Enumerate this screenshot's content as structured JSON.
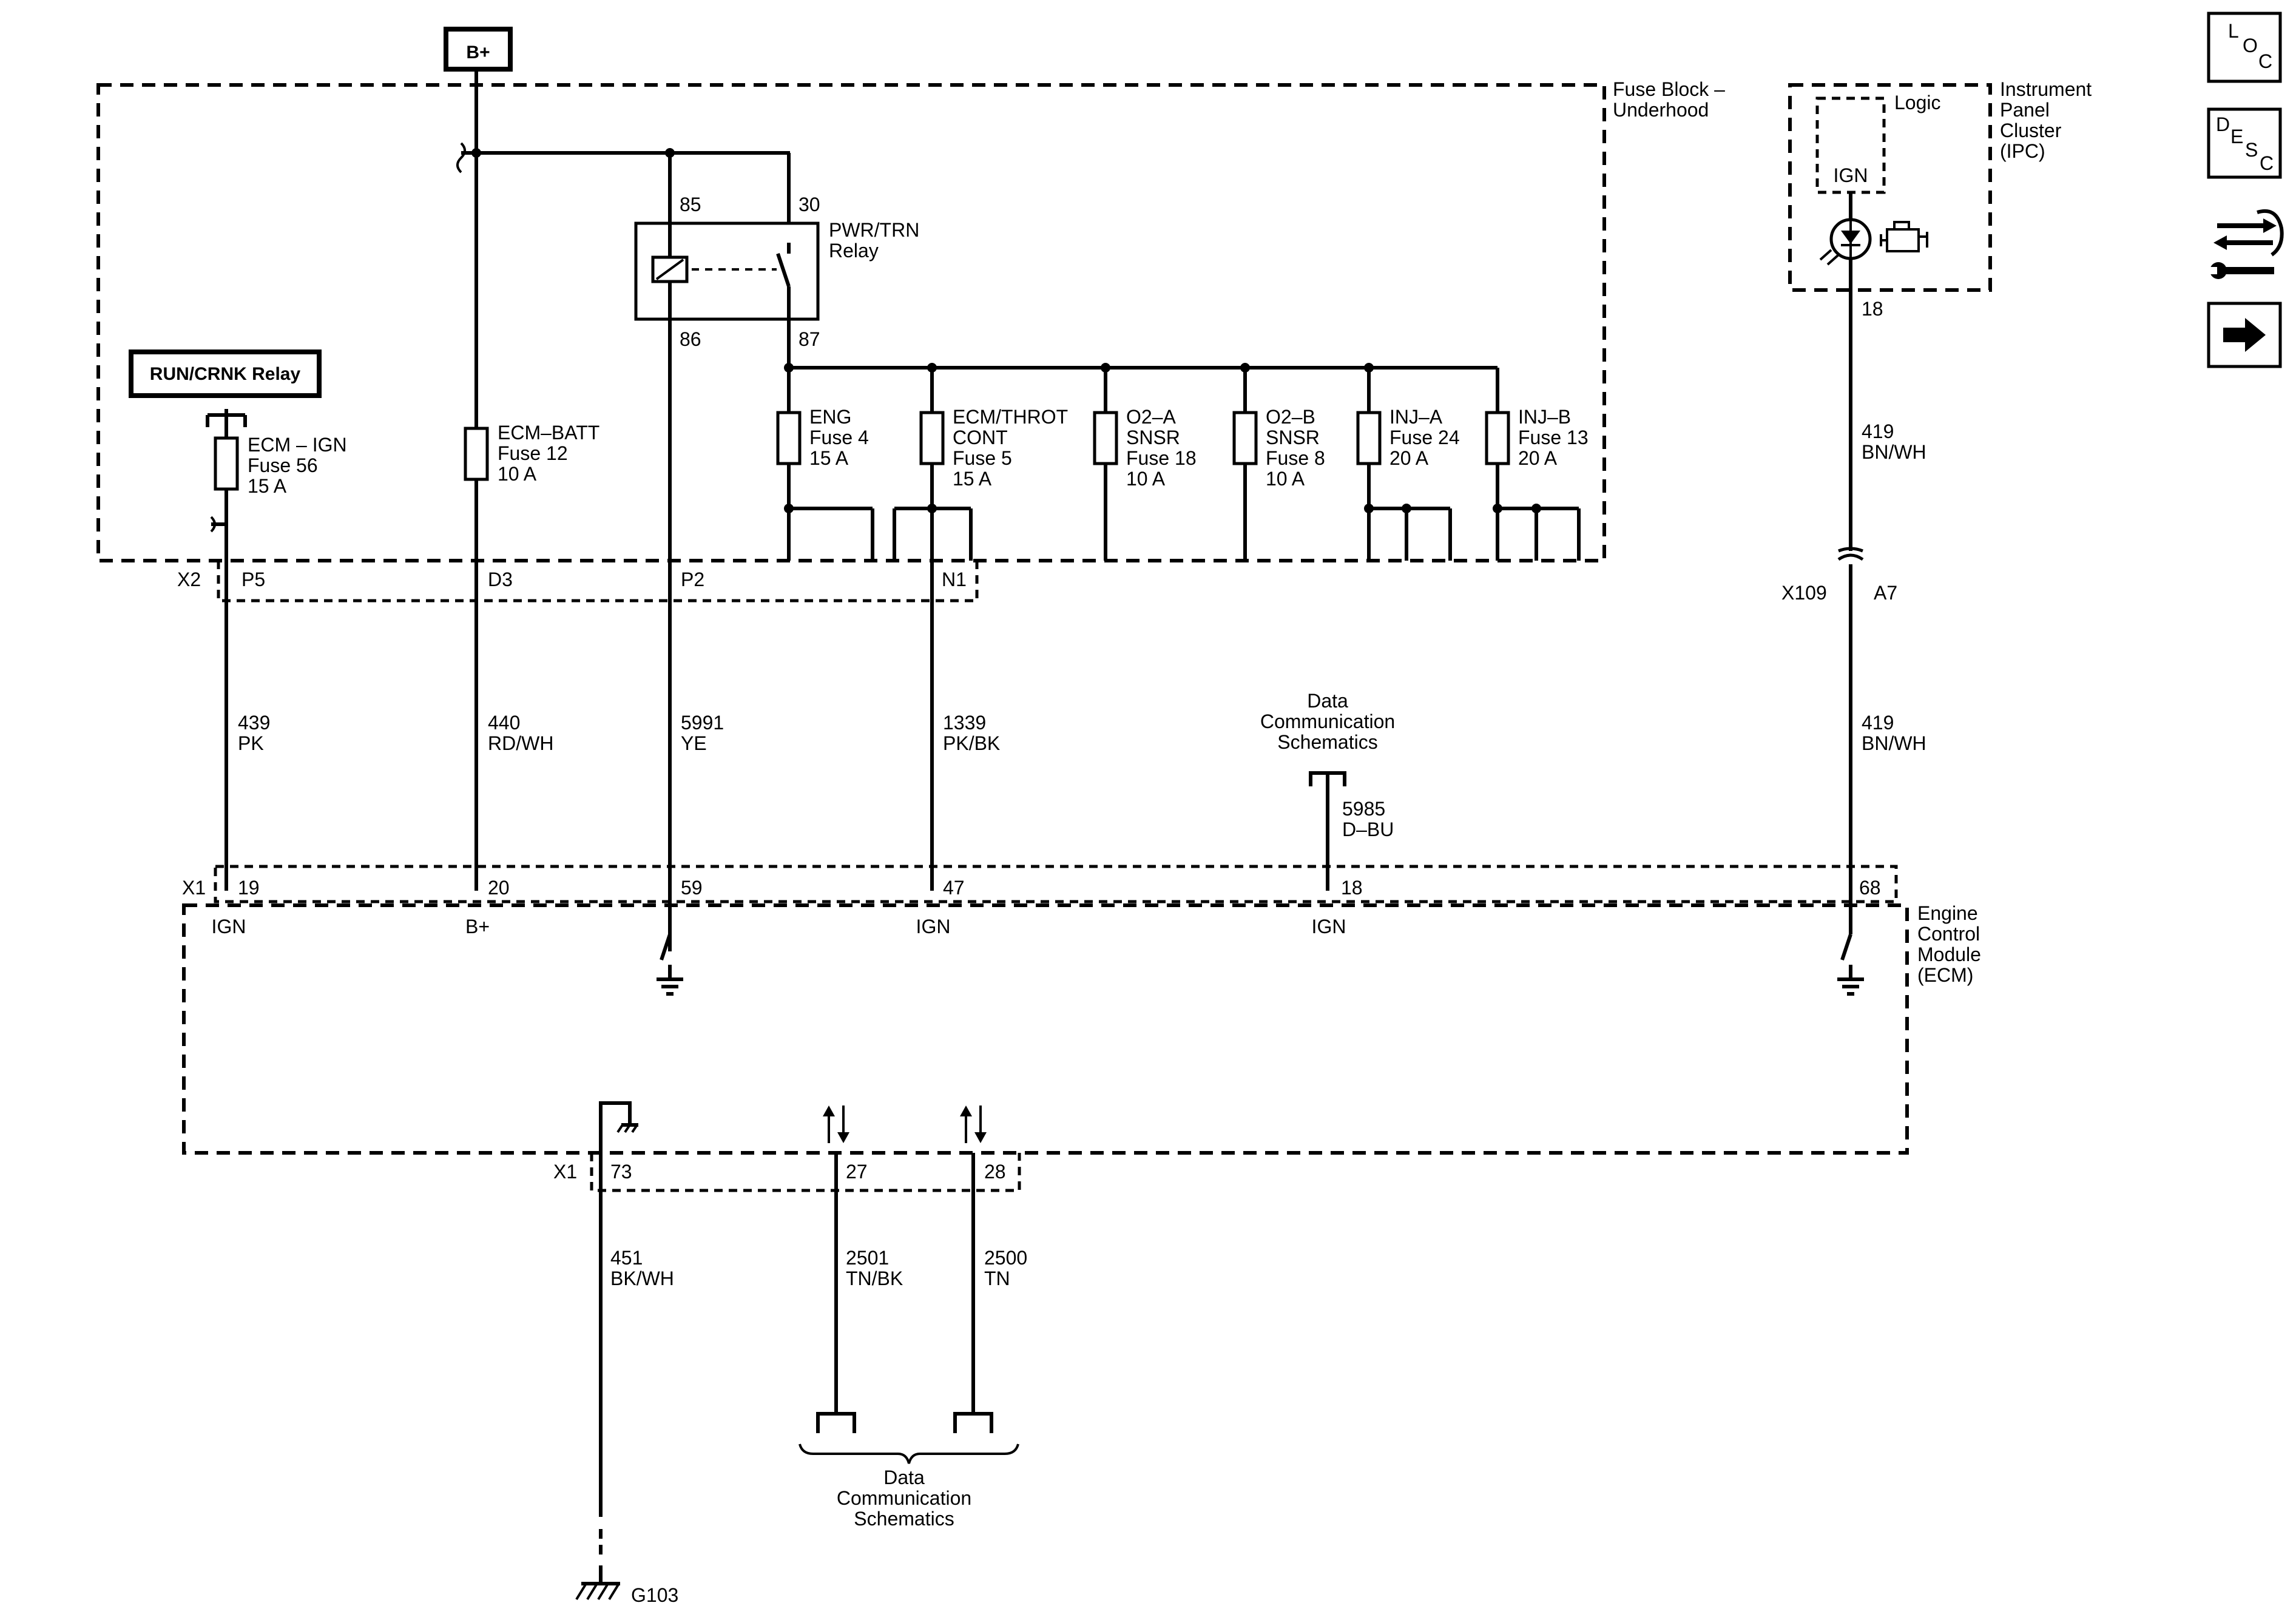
{
  "power": {
    "source": "B+"
  },
  "fuse_block": {
    "line1": "Fuse Block –",
    "line2": "Underhood"
  },
  "ipc": {
    "line1": "Instrument",
    "line2": "Panel",
    "line3": "Cluster",
    "line4": "(IPC)",
    "logic": "Logic",
    "ign": "IGN",
    "pin": "18",
    "circuit": "419",
    "color": "BN/WH"
  },
  "relay_run": {
    "label": "RUN/CRNK Relay"
  },
  "relay_pwr": {
    "line1": "PWR/TRN",
    "line2": "Relay",
    "pin85": "85",
    "pin30": "30",
    "pin86": "86",
    "pin87": "87"
  },
  "fuses": {
    "ecm_ign": {
      "name": "ECM – IGN",
      "fuse": "Fuse 56",
      "amps": "15 A"
    },
    "ecm_batt": {
      "name": "ECM–BATT",
      "fuse": "Fuse 12",
      "amps": "10 A"
    },
    "eng": {
      "name": "ENG",
      "fuse": "Fuse 4",
      "amps": "15 A"
    },
    "ecm_throt": {
      "name": "ECM/THROT",
      "name2": "CONT",
      "fuse": "Fuse 5",
      "amps": "15 A"
    },
    "o2a": {
      "name": "O2–A",
      "name2": "SNSR",
      "fuse": "Fuse 18",
      "amps": "10 A"
    },
    "o2b": {
      "name": "O2–B",
      "name2": "SNSR",
      "fuse": "Fuse 8",
      "amps": "10 A"
    },
    "inja": {
      "name": "INJ–A",
      "fuse": "Fuse 24",
      "amps": "20 A"
    },
    "injb": {
      "name": "INJ–B",
      "fuse": "Fuse 13",
      "amps": "20 A"
    }
  },
  "connector_x2": {
    "name": "X2",
    "p5": "P5",
    "d3": "D3",
    "p2": "P2",
    "n1": "N1"
  },
  "connector_x109": {
    "name": "X109",
    "pin": "A7"
  },
  "wires": {
    "w439": {
      "num": "439",
      "color": "PK"
    },
    "w440": {
      "num": "440",
      "color": "RD/WH"
    },
    "w5991": {
      "num": "5991",
      "color": "YE"
    },
    "w1339": {
      "num": "1339",
      "color": "PK/BK"
    },
    "w5985": {
      "num": "5985",
      "color": "D–BU"
    },
    "w419b": {
      "num": "419",
      "color": "BN/WH"
    },
    "w451": {
      "num": "451",
      "color": "BK/WH"
    },
    "w2501": {
      "num": "2501",
      "color": "TN/BK"
    },
    "w2500": {
      "num": "2500",
      "color": "TN"
    }
  },
  "data_comm_top": {
    "line1": "Data",
    "line2": "Communication",
    "line3": "Schematics"
  },
  "data_comm_bottom": {
    "line1": "Data",
    "line2": "Communication",
    "line3": "Schematics"
  },
  "ecm": {
    "line1": "Engine",
    "line2": "Control",
    "line3": "Module",
    "line4": "(ECM)",
    "x1": "X1",
    "p19": "19",
    "p20": "20",
    "p59": "59",
    "p47": "47",
    "p18": "18",
    "p68": "68",
    "ign1": "IGN",
    "bplus": "B+",
    "ign2": "IGN",
    "ign3": "IGN",
    "x1b": "X1",
    "p73": "73",
    "p27": "27",
    "p28": "28"
  },
  "ground": {
    "name": "G103"
  },
  "nav": {
    "loc_label": "L O C",
    "desc_label": "D E S C",
    "tools_label": "Connector/Repair",
    "next_label": "Next"
  }
}
